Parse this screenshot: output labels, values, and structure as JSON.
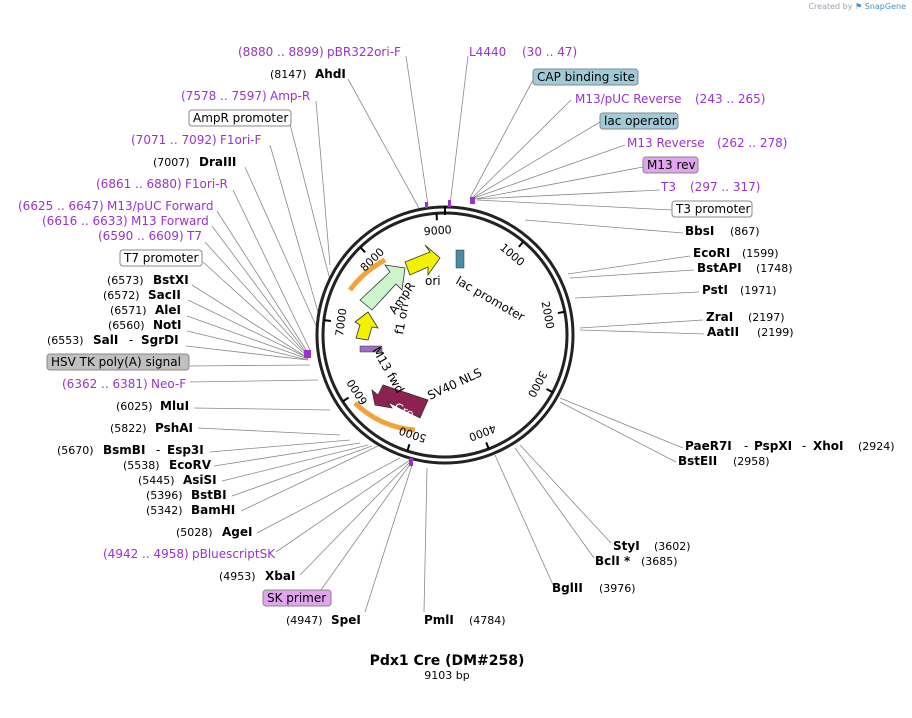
{
  "credit": "Created by",
  "brand": "SnapGene",
  "title": "Pdx1 Cre (DM#258)",
  "length": "9103 bp",
  "ring_ticks": [
    {
      "label": "1000",
      "angle": 40
    },
    {
      "label": "2000",
      "angle": 79
    },
    {
      "label": "3000",
      "angle": 118
    },
    {
      "label": "4000",
      "angle": 159
    },
    {
      "label": "5000",
      "angle": 198
    },
    {
      "label": "6000",
      "angle": 237
    },
    {
      "label": "7000",
      "angle": 277
    },
    {
      "label": "8000",
      "angle": 316
    },
    {
      "label": "9000",
      "angle": 356
    }
  ],
  "features_on_map": {
    "lac_promoter": "lac promoter",
    "ori": "ori",
    "ampr": "AmpR",
    "f1_ori": "f1 ori",
    "m13_fwd": "M13 fwd",
    "sv40_nls": "SV40 NLS",
    "cre": "Cre"
  },
  "left_labels": [
    {
      "name": "pBR322ori-F",
      "range": "(8880 .. 8899)",
      "kind": "primer"
    },
    {
      "name": "AhdI",
      "range": "(8147)",
      "kind": "enzyme"
    },
    {
      "name": "Amp-R",
      "range": "(7578 .. 7597)",
      "kind": "primer"
    },
    {
      "name": "AmpR promoter",
      "range": "",
      "kind": "feature"
    },
    {
      "name": "F1ori-F",
      "range": "(7071 .. 7092)",
      "kind": "primer"
    },
    {
      "name": "DraIII",
      "range": "(7007)",
      "kind": "enzyme"
    },
    {
      "name": "F1ori-R",
      "range": "(6861 .. 6880)",
      "kind": "primer"
    },
    {
      "name": "M13/pUC Forward",
      "range": "(6625 .. 6647)",
      "kind": "primer"
    },
    {
      "name": "M13 Forward",
      "range": "(6616 .. 6633)",
      "kind": "primer"
    },
    {
      "name": "T7",
      "range": "(6590 .. 6609)",
      "kind": "primer"
    },
    {
      "name": "T7 promoter",
      "range": "",
      "kind": "feature"
    },
    {
      "name": "BstXI",
      "range": "(6573)",
      "kind": "enzyme"
    },
    {
      "name": "SacII",
      "range": "(6572)",
      "kind": "enzyme"
    },
    {
      "name": "AleI",
      "range": "(6571)",
      "kind": "enzyme"
    },
    {
      "name": "NotI",
      "range": "(6560)",
      "kind": "enzyme"
    },
    {
      "name": "SalI",
      "name2": "SgrDI",
      "range": "(6553)",
      "kind": "enzyme"
    },
    {
      "name": "HSV TK poly(A) signal",
      "range": "",
      "kind": "terminator"
    },
    {
      "name": "Neo-F",
      "range": "(6362 .. 6381)",
      "kind": "primer"
    },
    {
      "name": "MluI",
      "range": "(6025)",
      "kind": "enzyme"
    },
    {
      "name": "PshAI",
      "range": "(5822)",
      "kind": "enzyme"
    },
    {
      "name": "BsmBI",
      "name2": "Esp3I",
      "range": "(5670)",
      "kind": "enzyme"
    },
    {
      "name": "EcoRV",
      "range": "(5538)",
      "kind": "enzyme"
    },
    {
      "name": "AsiSI",
      "range": "(5445)",
      "kind": "enzyme"
    },
    {
      "name": "BstBI",
      "range": "(5396)",
      "kind": "enzyme"
    },
    {
      "name": "BamHI",
      "range": "(5342)",
      "kind": "enzyme"
    },
    {
      "name": "AgeI",
      "range": "(5028)",
      "kind": "enzyme"
    },
    {
      "name": "pBluescriptSK",
      "range": "(4942 .. 4958)",
      "kind": "primer"
    },
    {
      "name": "XbaI",
      "range": "(4953)",
      "kind": "enzyme"
    },
    {
      "name": "SK primer",
      "range": "",
      "kind": "primer-box"
    },
    {
      "name": "SpeI",
      "range": "(4947)",
      "kind": "enzyme"
    }
  ],
  "right_labels": [
    {
      "name": "L4440",
      "range": "(30 .. 47)",
      "kind": "primer"
    },
    {
      "name": "CAP binding site",
      "range": "",
      "kind": "protein-bind"
    },
    {
      "name": "M13/pUC Reverse",
      "range": "(243 .. 265)",
      "kind": "primer"
    },
    {
      "name": "lac operator",
      "range": "",
      "kind": "protein-bind"
    },
    {
      "name": "M13 Reverse",
      "range": "(262 .. 278)",
      "kind": "primer"
    },
    {
      "name": "M13 rev",
      "range": "",
      "kind": "primer-box"
    },
    {
      "name": "T3",
      "range": "(297 .. 317)",
      "kind": "primer"
    },
    {
      "name": "T3 promoter",
      "range": "",
      "kind": "feature"
    },
    {
      "name": "BbsI",
      "range": "(867)",
      "kind": "enzyme"
    },
    {
      "name": "EcoRI",
      "range": "(1599)",
      "kind": "enzyme"
    },
    {
      "name": "BstAPI",
      "range": "(1748)",
      "kind": "enzyme"
    },
    {
      "name": "PstI",
      "range": "(1971)",
      "kind": "enzyme"
    },
    {
      "name": "ZraI",
      "range": "(2197)",
      "kind": "enzyme"
    },
    {
      "name": "AatII",
      "range": "(2199)",
      "kind": "enzyme"
    },
    {
      "name": "PaeR7I",
      "name2": "PspXI",
      "name3": "XhoI",
      "range": "(2924)",
      "kind": "enzyme"
    },
    {
      "name": "BstEII",
      "range": "(2958)",
      "kind": "enzyme"
    },
    {
      "name": "StyI",
      "range": "(3602)",
      "kind": "enzyme"
    },
    {
      "name": "BclI *",
      "range": "(3685)",
      "kind": "enzyme"
    },
    {
      "name": "BglII",
      "range": "(3976)",
      "kind": "enzyme"
    },
    {
      "name": "PmlI",
      "range": "(4784)",
      "kind": "enzyme"
    }
  ],
  "colors": {
    "primer": "#9933cc",
    "protein_bind_box": "#9fcbd8",
    "primer_box": "#e0a5ec",
    "terminator_box": "#c0c0c0",
    "promoter_arrow": "#f2f200",
    "ampr_arrow": "#ccf5cc",
    "cre_arrow": "#8b2252",
    "highlight": "#f2a33a"
  }
}
